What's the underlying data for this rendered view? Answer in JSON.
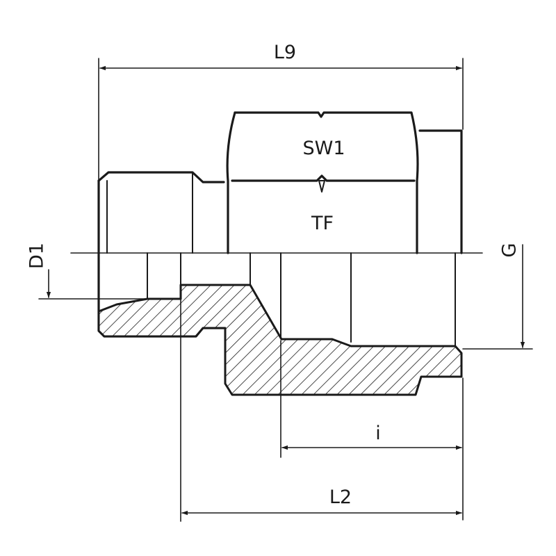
{
  "diagram": {
    "labels": {
      "l9": "L9",
      "sw1": "SW1",
      "tf": "TF",
      "d1": "D1",
      "g": "G",
      "i": "i",
      "l2": "L2"
    },
    "colors": {
      "line": "#1a1a1a",
      "background": "#ffffff"
    }
  }
}
